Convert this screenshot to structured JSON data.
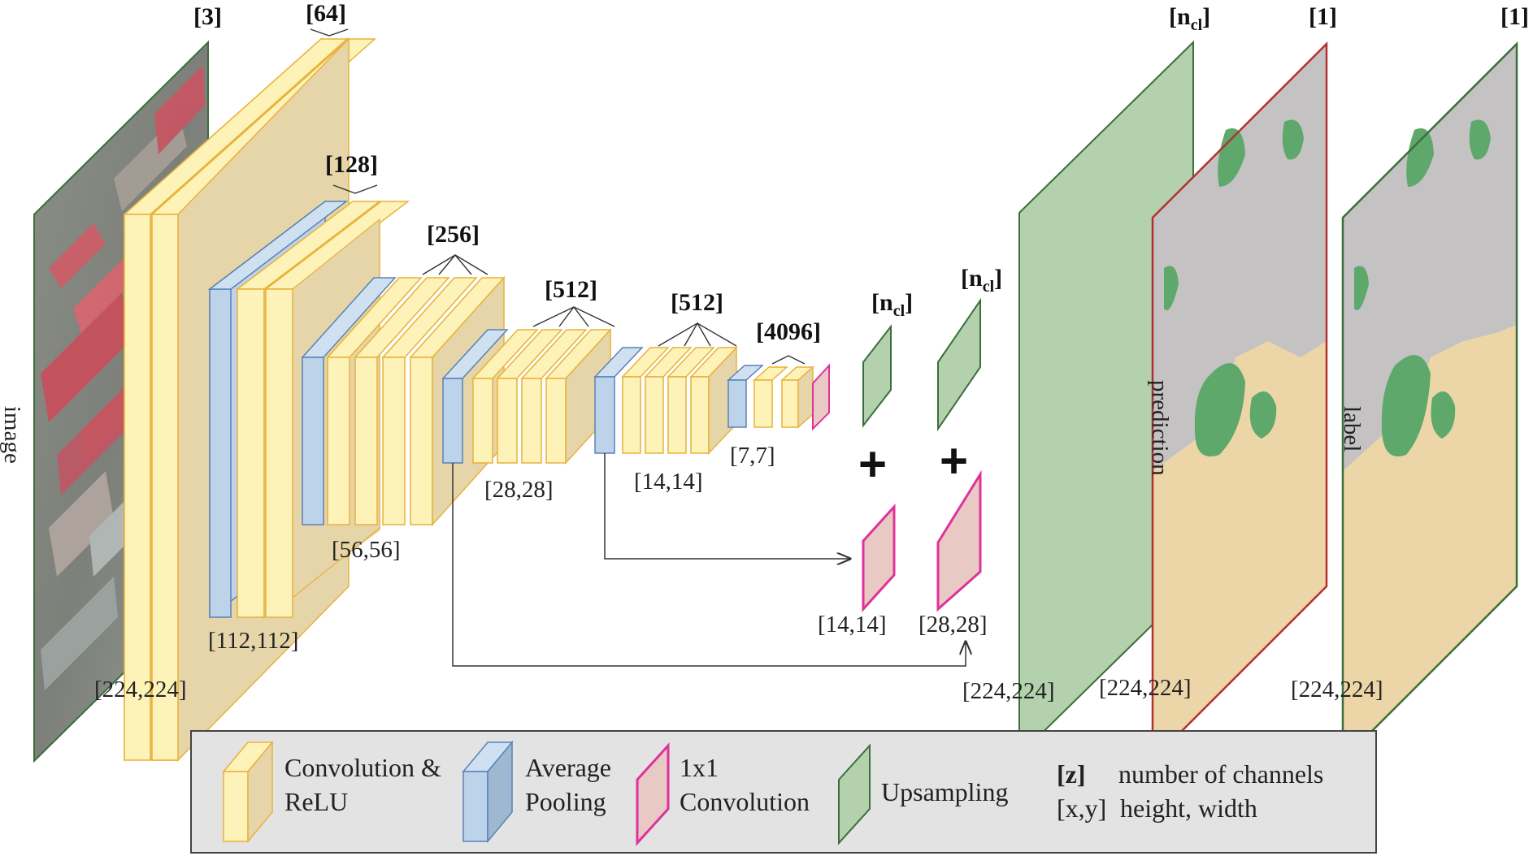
{
  "channels": {
    "input": "[3]",
    "conv1": "[64]",
    "conv2": "[128]",
    "conv3": "[256]",
    "conv4": "[512]",
    "conv5": "[512]",
    "fc": "[4096]",
    "score_a": "[n",
    "score_b": "[n",
    "up": "[n",
    "cl_sub": "cl",
    "close": "]",
    "prediction": "[1]",
    "label": "[1]"
  },
  "sizes": {
    "s224": "[224,224]",
    "s112": "[112,112]",
    "s56": "[56,56]",
    "s28": "[28,28]",
    "s14": "[14,14]",
    "s7": "[7,7]",
    "p14": "[14,14]",
    "p28": "[28,28]",
    "up224": "[224,224]",
    "pred224": "[224,224]",
    "label224": "[224,224]"
  },
  "side_labels": {
    "image": "image",
    "prediction": "prediction",
    "label": "label"
  },
  "plus": "+",
  "legend": {
    "conv_l1": "Convolution &",
    "conv_l2": "ReLU",
    "pool_l1": "Average",
    "pool_l2": "Pooling",
    "oneone_l1": "1x1",
    "oneone_l2": "Convolution",
    "upsampling": "Upsampling",
    "z_key": "[z]",
    "z_desc": "number of channels",
    "xy_key": "[x,y]",
    "xy_desc": "height, width"
  },
  "colors": {
    "conv_face": "#fdf2b8",
    "conv_side": "#e6d5a8",
    "conv_edge": "#e8b23a",
    "pool_face": "#bcd3ea",
    "pool_edge": "#5a82b5",
    "oneone_fill": "#e8c9c4",
    "oneone_edge": "#e0329a",
    "up_fill": "#b3d1ad",
    "up_edge": "#3c6e3a",
    "map_gray": "#c4c2c3",
    "map_tan": "#ecd5a6",
    "map_green": "#5ea86c",
    "pred_edge": "#b43030",
    "legend_bg": "#e3e3e3"
  }
}
